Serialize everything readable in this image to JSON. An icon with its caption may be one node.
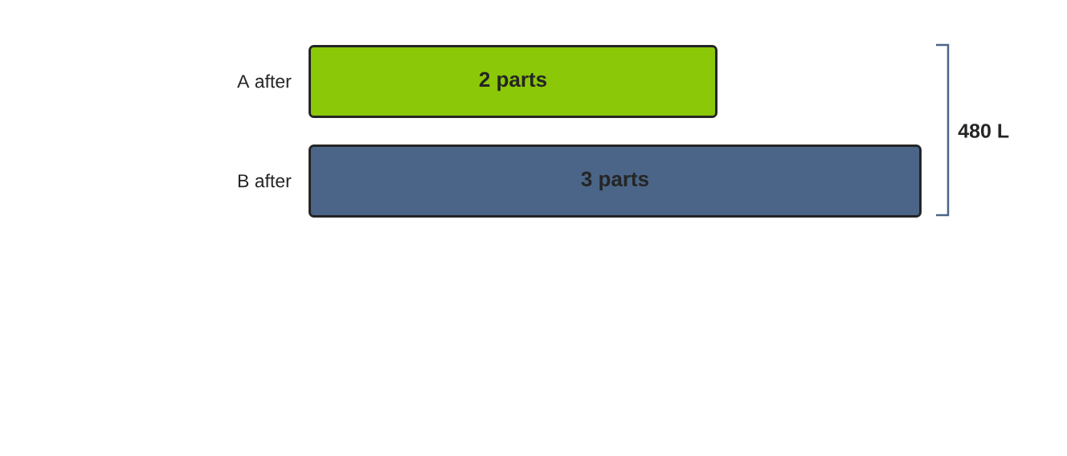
{
  "diagram": {
    "nodes": [
      {
        "text": [
          "2 parts"
        ],
        "beside": [
          "A after"
        ]
      },
      {
        "text": [
          "3 parts"
        ],
        "beside": [
          "B after"
        ]
      }
    ],
    "labels": [
      "480 L"
    ]
  }
}
